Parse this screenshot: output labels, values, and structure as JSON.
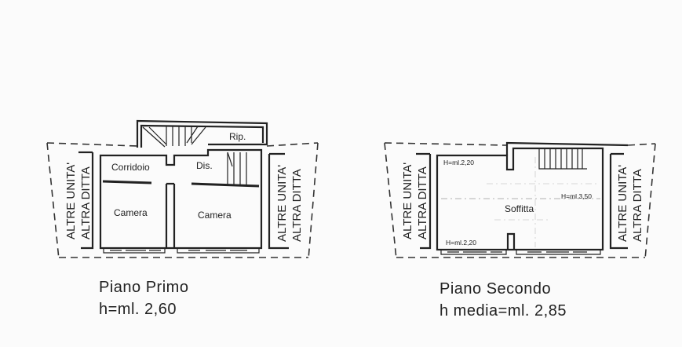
{
  "plans": [
    {
      "title": "Piano Primo",
      "height": "h=ml. 2,60",
      "rooms": [
        "Corridoio",
        "Dis.",
        "Rip.",
        "Camera",
        "Camera"
      ],
      "neighbors": {
        "line1": "ALTRE UNITA'",
        "line2": "ALTRA DITTA"
      }
    },
    {
      "title": "Piano Secondo",
      "height": "h media=ml. 2,85",
      "rooms": [
        "Soffitta"
      ],
      "heights": [
        "H=ml.2,20",
        "H=ml.3,50",
        "H=ml.2,20"
      ],
      "neighbors": {
        "line1": "ALTRE UNITA'",
        "line2": "ALTRA DITTA"
      }
    }
  ]
}
